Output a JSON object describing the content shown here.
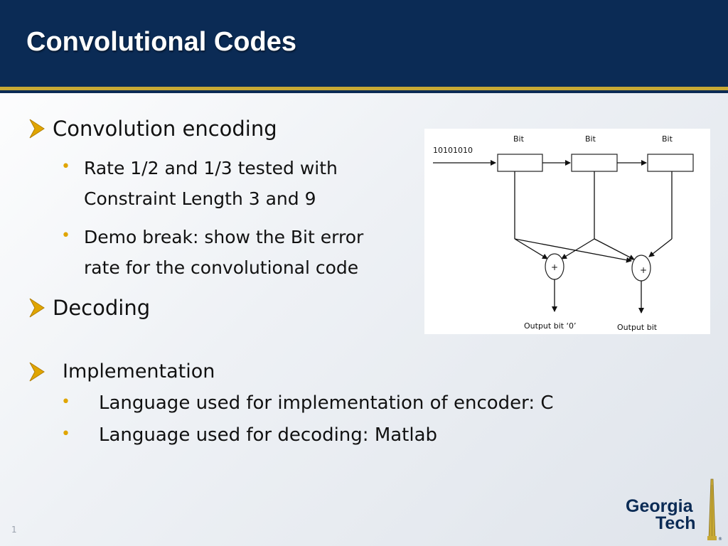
{
  "slide": {
    "title": "Convolutional Codes",
    "page_number": "1",
    "accent_colors": {
      "title_bg": "#0b2b55",
      "rule_gold": "#c8a934",
      "bullet_gold": "#e0a500"
    }
  },
  "content": {
    "section1": {
      "heading": "Convolution encoding",
      "items": [
        {
          "line1": "Rate 1/2 and 1/3 tested with",
          "line2": "Constraint Length 3 and 9"
        },
        {
          "line1": "Demo break: show the Bit error",
          "line2": "rate for the convolutional code"
        }
      ]
    },
    "section2": {
      "heading": "Decoding"
    },
    "section3": {
      "heading": "Implementation",
      "items": [
        "Language used for implementation of encoder: C",
        "Language used for decoding: Matlab"
      ]
    }
  },
  "diagram": {
    "input_bits": "10101010",
    "register_labels": [
      "Bit",
      "Bit",
      "Bit"
    ],
    "adder_symbol": "+",
    "outputs": [
      "Output bit ‘0’",
      "Output bit"
    ]
  },
  "logo": {
    "line1": "Georgia",
    "line2": "Tech",
    "icon": "tech-tower-icon"
  }
}
